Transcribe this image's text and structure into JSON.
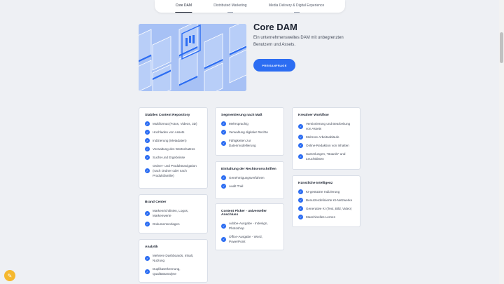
{
  "tabs": [
    {
      "label": "Core DAM",
      "active": true
    },
    {
      "label": "Distributed Marketing",
      "active": false
    },
    {
      "label": "Media Delivery & Digital Experience",
      "active": false
    }
  ],
  "hero": {
    "title": "Core DAM",
    "description": "Ein unternehmensweites DAM mit unbegrenzten Benutzern und Assets.",
    "cta": "PREISANFRAGE"
  },
  "cards": {
    "stable": {
      "title": "Stabiles Content Repository",
      "items": [
        "Multiformat (Fotos, Videos, 3D)",
        "Hochladen von Assets",
        "Indizierung (Metadaten)",
        "Verwaltung des Wortschatzes",
        "Suche und Ergebnisse",
        "Ordner- und Produktnavigation (nach Ordner oder nach Produktfamilie)"
      ]
    },
    "brand": {
      "title": "Brand Center",
      "items": [
        "Markenrichtlinien, Logos, Markenwerte",
        "Dokumentvorlagen"
      ]
    },
    "analytics": {
      "title": "Analytik",
      "items": [
        "Mehrere Dashboards, Inhalt, Nutzung",
        "Duplikaterkennung, Qualitätsanalyse"
      ]
    },
    "segment": {
      "title": "Segmentierung nach Maß",
      "items": [
        "Mehrsprachig",
        "Verwaltung digitaler Rechte",
        "Fähigkeiten zur Datenmodellierung"
      ]
    },
    "rights": {
      "title": "Einhaltung der Rechtsvorschriften",
      "items": [
        "Genehmigungsverfahren",
        "Audit Trail"
      ]
    },
    "picker": {
      "title": "Content Picker - universeller Anschluss",
      "items": [
        "Adobe-Ausgabe - Indesign, Photoshop",
        "Office-Ausgabe - Word, PowerPoint"
      ]
    },
    "workflow": {
      "title": "Kreativer Workflow",
      "items": [
        "Versionierung und Bearbeitung von Assets",
        "Mehrere Arbeitsabläufe",
        "Online-Redaktion von Inhalten",
        "Sammlungen, \"Boards\" und Leuchtkisten"
      ]
    },
    "ai": {
      "title": "Künstliche Intelligenz",
      "items": [
        "KI-gestützte Indizierung",
        "Benutzerdefinierte KI-Netzwerke",
        "Generative KI (Text, Bild, Video)",
        "Maschinelles Lernen"
      ]
    }
  },
  "icons": {
    "check": "check-circle-icon",
    "fab": "assistant-icon"
  },
  "colors": {
    "accent": "#2c6df2",
    "background": "#eef0f4",
    "fab": "#f5b82e"
  }
}
